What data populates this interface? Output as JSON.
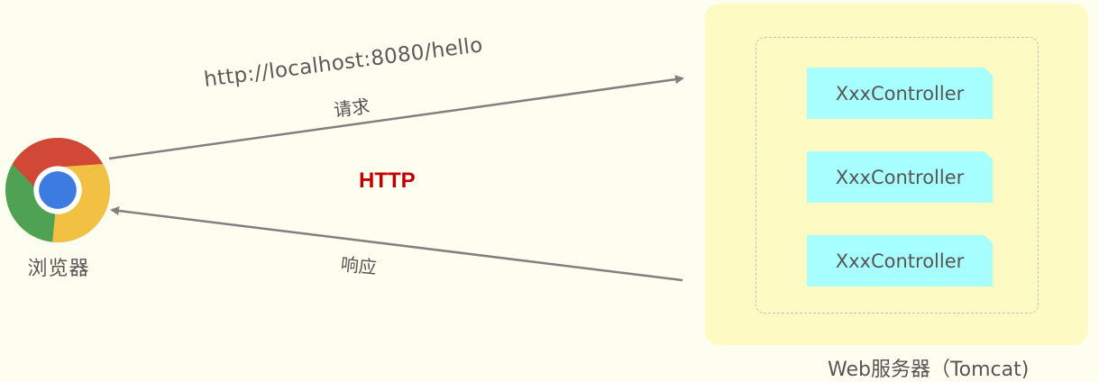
{
  "browser": {
    "label": "浏览器",
    "icon": "chrome-icon"
  },
  "request": {
    "url": "http://localhost:8080/hello",
    "label": "请求"
  },
  "protocol": {
    "label": "HTTP",
    "color": "#c00000"
  },
  "response": {
    "label": "响应"
  },
  "server": {
    "label": "Web服务器（Tomcat)",
    "background": "#fefac4",
    "controllers": [
      {
        "label": "XxxController"
      },
      {
        "label": "XxxController"
      },
      {
        "label": "XxxController"
      }
    ],
    "controller_color": "#a8ffff"
  },
  "colors": {
    "background": "#fefef0",
    "arrow": "#808080",
    "text": "#555555"
  }
}
